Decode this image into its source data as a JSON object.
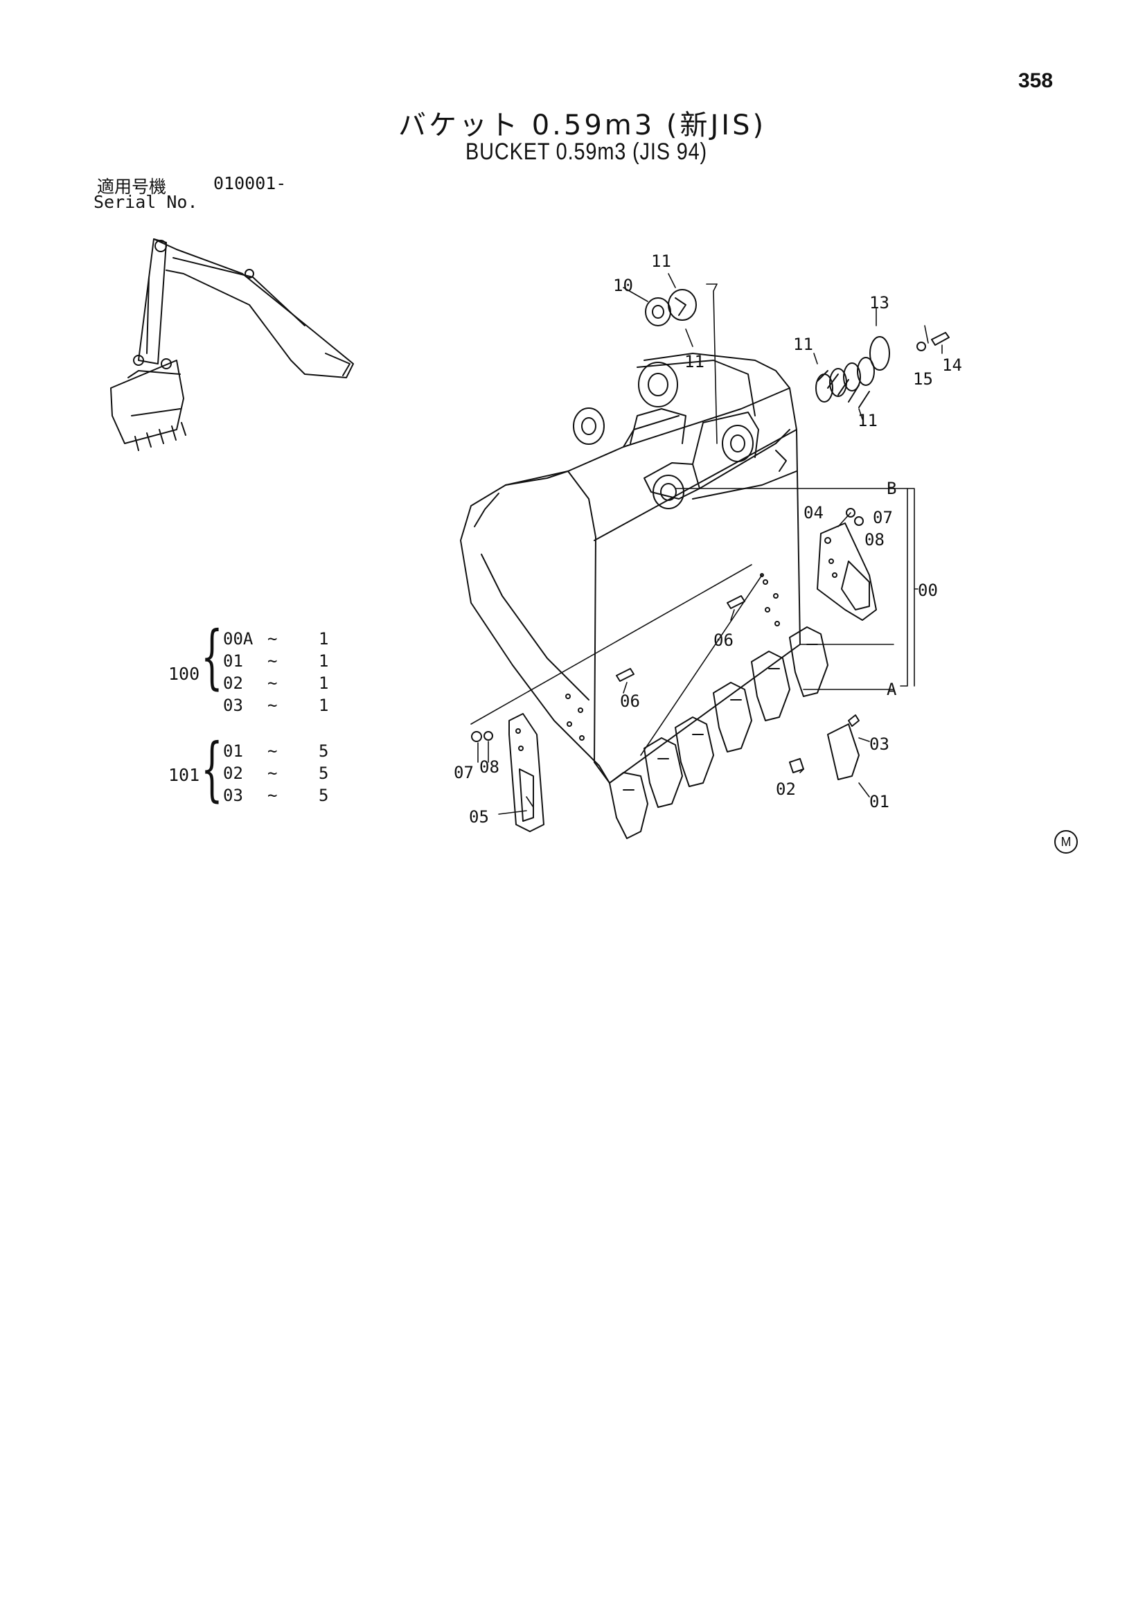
{
  "page_number": "358",
  "title_jp": "バケット 0.59m3 (新JIS)",
  "title_en": "BUCKET 0.59m3 (JIS 94)",
  "serial": {
    "label_jp": "適用号機",
    "number": "010001-",
    "label_en": "Serial No."
  },
  "groups": [
    {
      "code": "100",
      "items": [
        {
          "from": "00A",
          "sep": "~",
          "to": "1"
        },
        {
          "from": "01",
          "sep": "~",
          "to": "1"
        },
        {
          "from": "02",
          "sep": "~",
          "to": "1"
        },
        {
          "from": "03",
          "sep": "~",
          "to": "1"
        }
      ]
    },
    {
      "code": "101",
      "items": [
        {
          "from": "01",
          "sep": "~",
          "to": "5"
        },
        {
          "from": "02",
          "sep": "~",
          "to": "5"
        },
        {
          "from": "03",
          "sep": "~",
          "to": "5"
        }
      ]
    }
  ],
  "callouts": {
    "c11a": "11",
    "c10": "10",
    "c11b": "11",
    "c13": "13",
    "c11c": "11",
    "c14": "14",
    "c15": "15",
    "c11d": "11",
    "cB": "B",
    "c04": "04",
    "c07a": "07",
    "c08a": "08",
    "c00": "00",
    "c06a": "06",
    "c06b": "06",
    "cA": "A",
    "c03": "03",
    "c07b": "07",
    "c08b": "08",
    "c02": "02",
    "c01": "01",
    "c05": "05"
  },
  "mark": "M"
}
